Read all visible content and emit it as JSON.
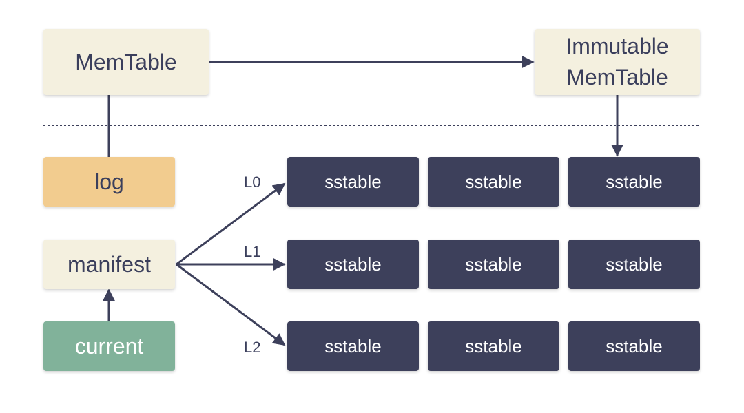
{
  "memtable": {
    "label": "MemTable"
  },
  "immutable": {
    "line1": "Immutable",
    "line2": "MemTable"
  },
  "log": {
    "label": "log"
  },
  "manifest": {
    "label": "manifest"
  },
  "current": {
    "label": "current"
  },
  "levels": [
    {
      "label": "L0",
      "tables": [
        "sstable",
        "sstable",
        "sstable"
      ]
    },
    {
      "label": "L1",
      "tables": [
        "sstable",
        "sstable",
        "sstable"
      ]
    },
    {
      "label": "L2",
      "tables": [
        "sstable",
        "sstable",
        "sstable"
      ]
    }
  ],
  "colors": {
    "line": "#3d405b",
    "cream": "#f4f0df",
    "orange": "#f2cc8f",
    "green": "#81b29a",
    "dark": "#3d405b"
  }
}
